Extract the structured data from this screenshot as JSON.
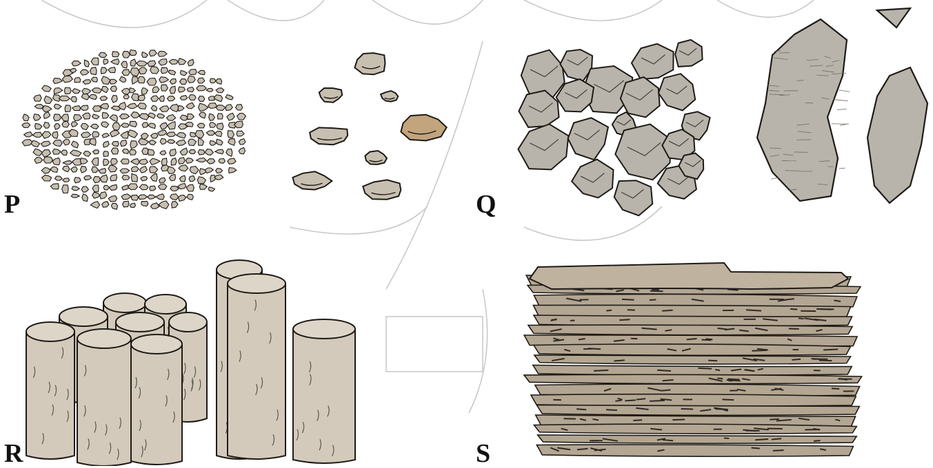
{
  "panels": [
    {
      "id": "P",
      "label": "P",
      "structure": "granular"
    },
    {
      "id": "Q",
      "label": "Q",
      "structure": "blocky"
    },
    {
      "id": "R",
      "label": "R",
      "structure": "columnar"
    },
    {
      "id": "S",
      "label": "S",
      "structure": "platy"
    }
  ],
  "colors": {
    "clod": "#c7bfb0",
    "clod_tan": "#c2a47d",
    "outline": "#1e1a16",
    "block": "#b9b4ab",
    "column": "#d3cabb",
    "plate": "#b3a692",
    "watermark": "#c9c9c9"
  }
}
